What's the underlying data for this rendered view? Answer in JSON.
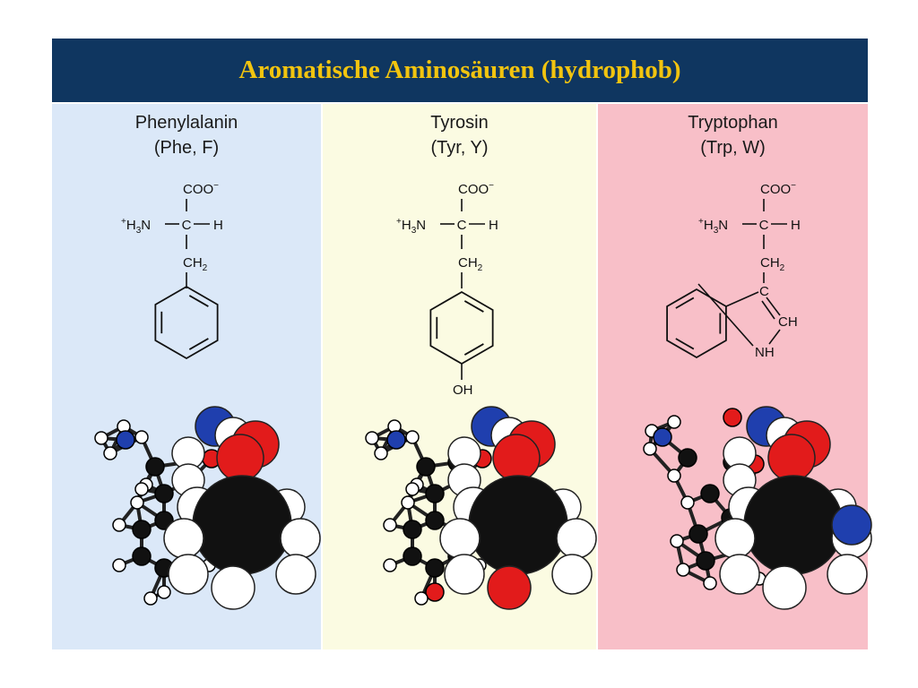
{
  "title": "Aromatische Aminosäuren (hydrophob)",
  "colors": {
    "title_bg": "#0f3660",
    "title_text": "#f2c40f",
    "phe_bg": "#dbe8f8",
    "tyr_bg": "#fbfbe2",
    "trp_bg": "#f8bfc8",
    "carbon": "#111111",
    "hydrogen": "#ffffff",
    "oxygen": "#e21b1b",
    "nitrogen": "#1f3fae"
  },
  "panels": [
    {
      "name": "Phenylalanin",
      "abbr": "(Phe, F)"
    },
    {
      "name": "Tyrosin",
      "abbr": "(Tyr, Y)"
    },
    {
      "name": "Tryptophan",
      "abbr": "(Trp, W)"
    }
  ],
  "structure": {
    "coo": "COO",
    "minus": "−",
    "plus": "+",
    "h3n_h": "H",
    "h3n_3": "3",
    "h3n_n": "N",
    "c": "C",
    "h": "H",
    "ch2_ch": "CH",
    "ch2_2": "2",
    "oh": "OH",
    "nh": "NH",
    "ch": "CH"
  }
}
